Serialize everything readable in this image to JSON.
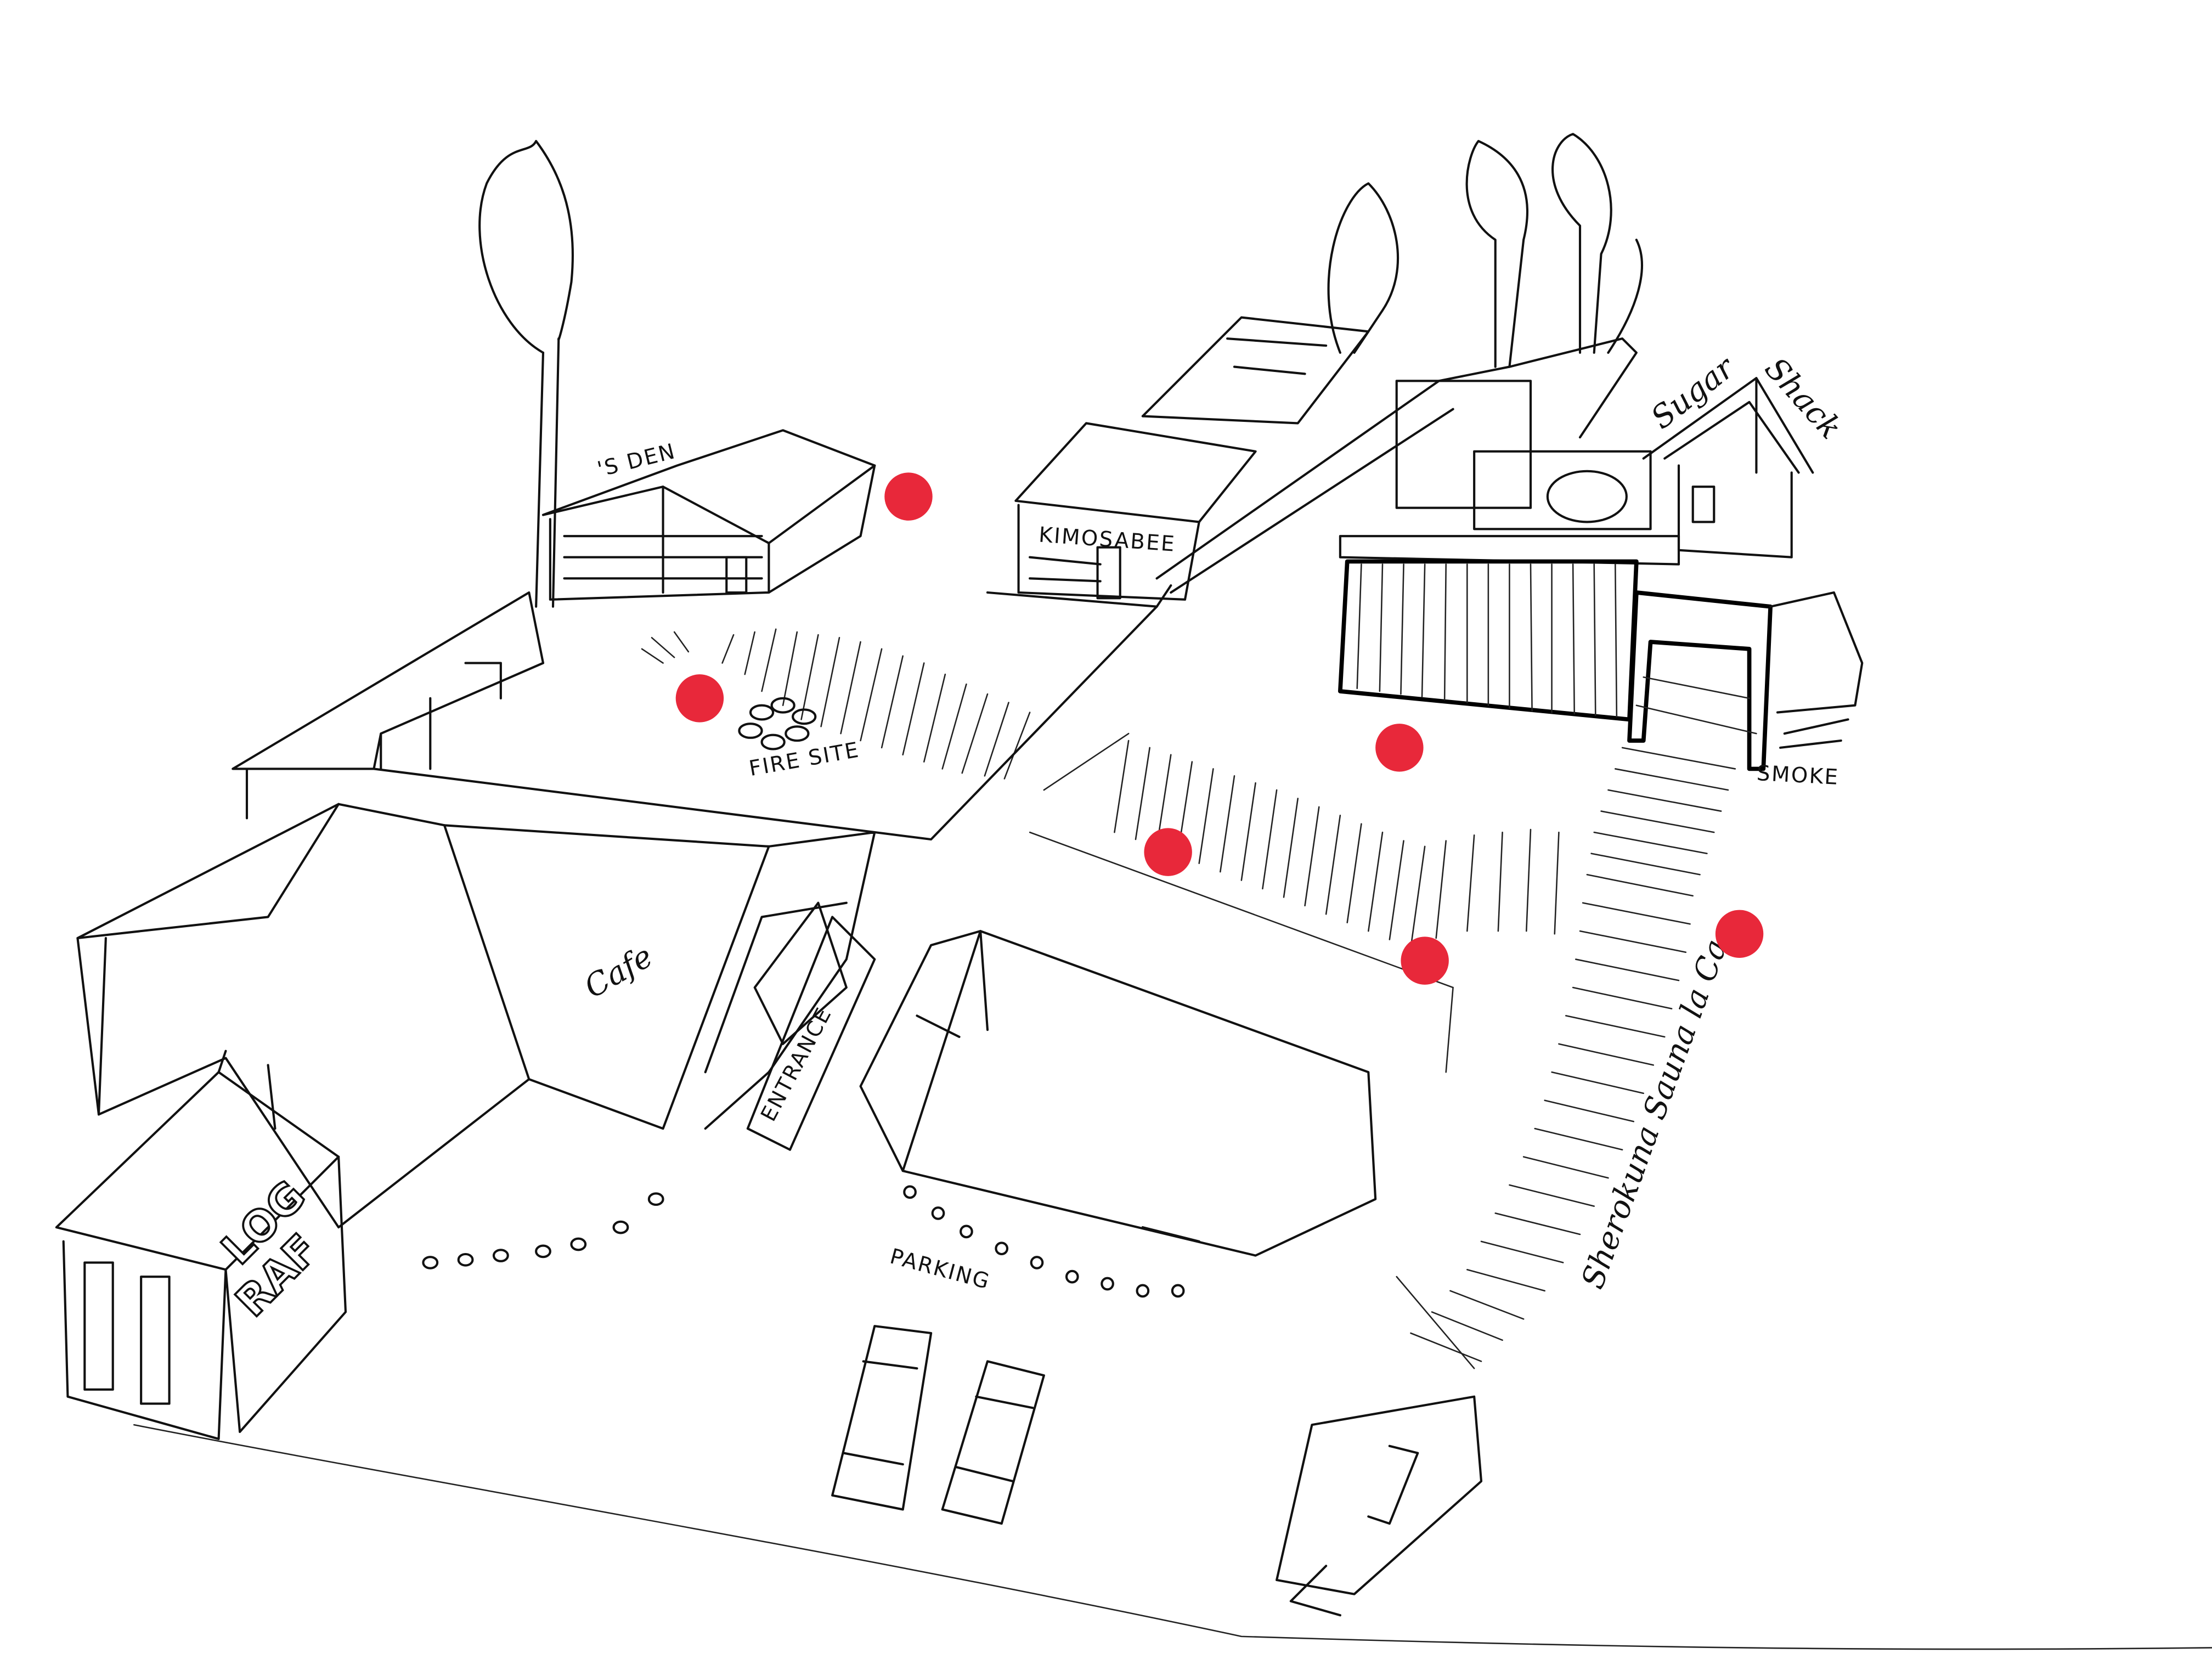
{
  "map": {
    "labels": {
      "den": "'S DEN",
      "kimosabee": "KIMOSABEE",
      "sugar": "Sugar",
      "shack": "Shack",
      "fire_site": "FIRE SITE",
      "smoke": "SMOKE",
      "cafe": "Cafe",
      "entrance": "ENTRANCE",
      "parking": "PARKING",
      "log": "LOG",
      "raf": "RAF",
      "sauna": "Sherokuna Sauna la Ca"
    },
    "marker_color": "#e8283a",
    "markers": [
      "marker-1",
      "marker-2",
      "marker-3",
      "marker-4",
      "marker-5",
      "marker-6"
    ]
  }
}
